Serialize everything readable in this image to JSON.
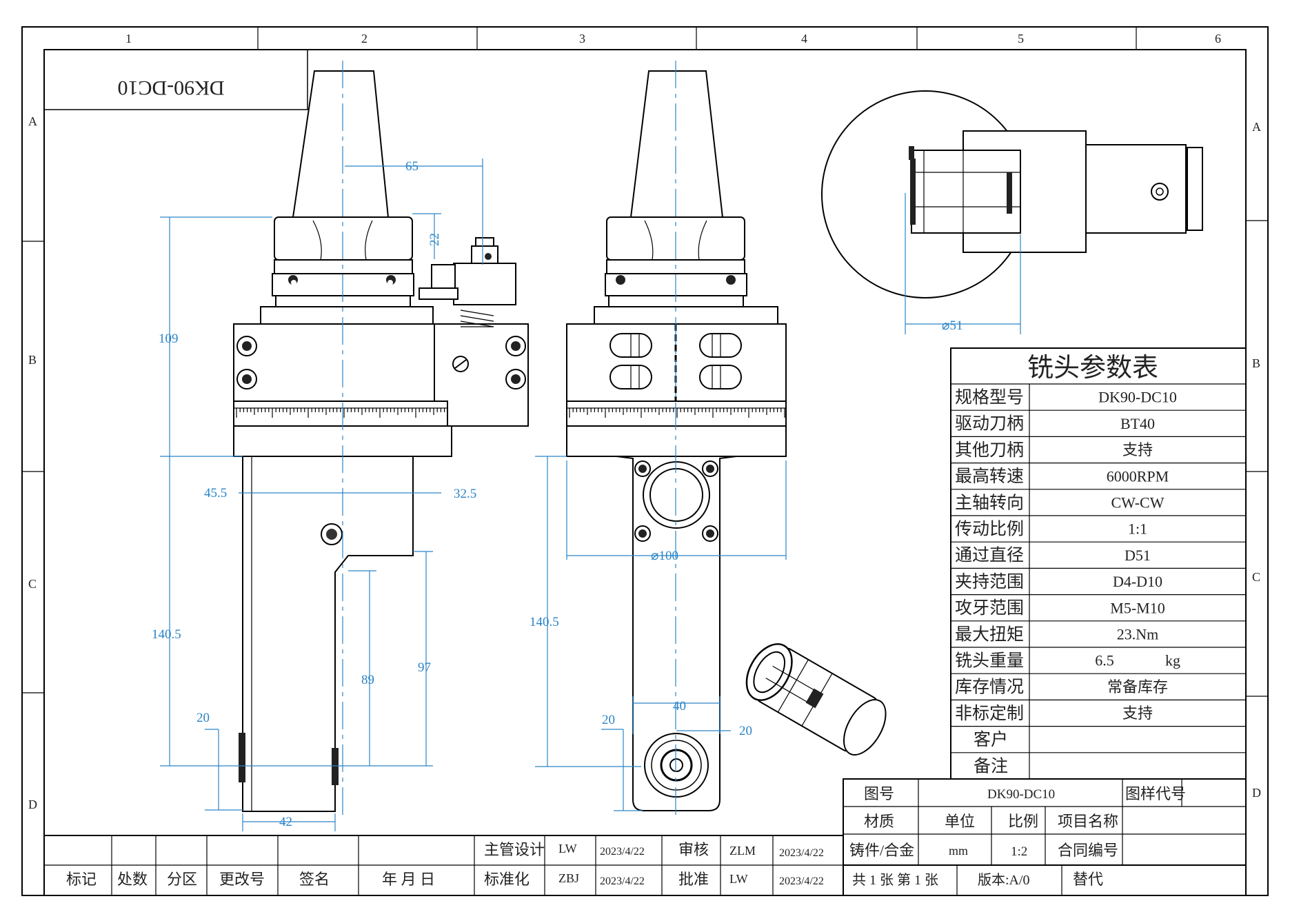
{
  "sheet": {
    "column_labels": [
      "1",
      "2",
      "3",
      "4",
      "5",
      "6"
    ],
    "row_labels": [
      "A",
      "B",
      "C",
      "D"
    ],
    "mirrored_label": "DK90-DC10"
  },
  "dimensions": {
    "front": {
      "d65": "65",
      "d22": "22",
      "d109": "109",
      "d45_5": "45.5",
      "d32_5": "32.5",
      "d140_5": "140.5",
      "d89": "89",
      "d97": "97",
      "d20": "20",
      "d42": "42"
    },
    "side": {
      "d100": "⌀100",
      "d140_5": "140.5",
      "d40": "40",
      "d20a": "20",
      "d20b": "20"
    },
    "top": {
      "d51": "⌀51"
    }
  },
  "param_table": {
    "title": "铣头参数表",
    "rows": [
      {
        "label": "规格型号",
        "value": "DK90-DC10"
      },
      {
        "label": "驱动刀柄",
        "value": "BT40"
      },
      {
        "label": "其他刀柄",
        "value": "支持"
      },
      {
        "label": "最高转速",
        "value": "6000RPM"
      },
      {
        "label": "主轴转向",
        "value": "CW-CW"
      },
      {
        "label": "传动比例",
        "value": "1:1"
      },
      {
        "label": "通过直径",
        "value": "D51"
      },
      {
        "label": "夹持范围",
        "value": "D4-D10"
      },
      {
        "label": "攻牙范围",
        "value": "M5-M10"
      },
      {
        "label": "最大扭矩",
        "value": "23.Nm"
      },
      {
        "label": "铣头重量",
        "value": "6.5",
        "unit": "kg"
      },
      {
        "label": "库存情况",
        "value": "常备库存"
      },
      {
        "label": "非标定制",
        "value": "支持"
      },
      {
        "label": "客户",
        "value": ""
      },
      {
        "label": "备注",
        "value": ""
      }
    ]
  },
  "title_block": {
    "drawing_no_label": "图号",
    "drawing_no": "DK90-DC10",
    "pattern_label": "图样代号",
    "material_label": "材质",
    "material": "铸件/合金",
    "unit_label": "单位",
    "unit": "mm",
    "scale_label": "比例",
    "scale": "1:2",
    "project_label": "项目名称",
    "contract_label": "合同编号",
    "designer_label": "主管设计",
    "designer": "LW",
    "design_date": "2023/4/22",
    "review_label": "审核",
    "reviewer": "ZLM",
    "review_date": "2023/4/22",
    "standard_label": "标准化",
    "standardizer": "ZBJ",
    "standard_date": "2023/4/22",
    "approve_label": "批准",
    "approver": "LW",
    "approve_date": "2023/4/22",
    "sheets": "共 1 张  第 1 张",
    "version": "版本:A/0",
    "replace_label": "替代",
    "rev_headers": [
      "标记",
      "处数",
      "分区",
      "更改号",
      "签名",
      "年 月 日"
    ]
  },
  "colors": {
    "dimension": "#2a84c8",
    "line": "#000000"
  }
}
